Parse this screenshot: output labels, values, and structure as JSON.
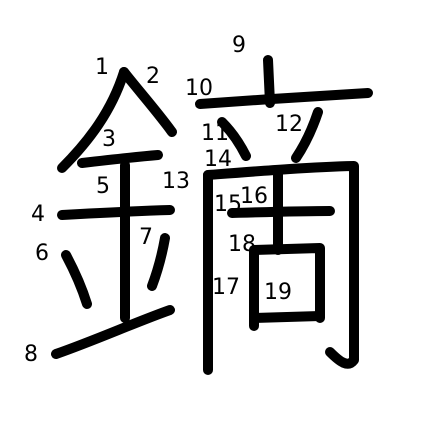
{
  "strokes": [
    {
      "id": 1,
      "label": "1"
    },
    {
      "id": 2,
      "label": "2"
    },
    {
      "id": 3,
      "label": "3"
    },
    {
      "id": 4,
      "label": "4"
    },
    {
      "id": 5,
      "label": "5"
    },
    {
      "id": 6,
      "label": "6"
    },
    {
      "id": 7,
      "label": "7"
    },
    {
      "id": 8,
      "label": "8"
    },
    {
      "id": 9,
      "label": "9"
    },
    {
      "id": 10,
      "label": "10"
    },
    {
      "id": 11,
      "label": "11"
    },
    {
      "id": 12,
      "label": "12"
    },
    {
      "id": 13,
      "label": "13"
    },
    {
      "id": 14,
      "label": "14"
    },
    {
      "id": 15,
      "label": "15"
    },
    {
      "id": 16,
      "label": "16"
    },
    {
      "id": 17,
      "label": "17"
    },
    {
      "id": 18,
      "label": "18"
    },
    {
      "id": 19,
      "label": "19"
    }
  ]
}
